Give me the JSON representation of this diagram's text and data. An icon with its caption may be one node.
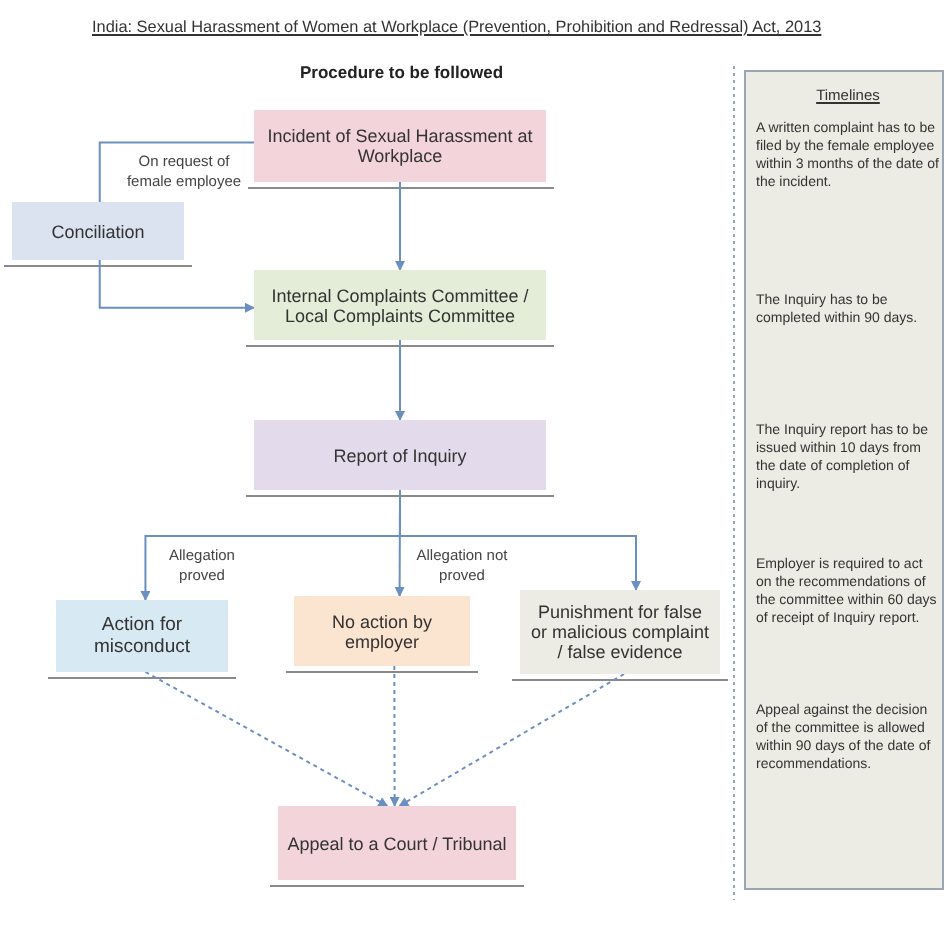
{
  "diagram": {
    "title": "India: Sexual Harassment of Women at Workplace (Prevention, Prohibition and Redressal) Act, 2013",
    "nodes": [
      {
        "text": [
          "Incident of Sexual Harassment at Workplace"
        ]
      },
      {
        "text": [
          "Conciliation"
        ]
      },
      {
        "text": [
          "Internal Complaints Committee / Local Complaints Committee"
        ]
      },
      {
        "text": [
          "Report of Inquiry"
        ]
      },
      {
        "text": [
          "Action for misconduct"
        ]
      },
      {
        "text": [
          "No action by employer"
        ]
      },
      {
        "text": [
          "Punishment for false or malicious complaint / false evidence"
        ]
      },
      {
        "text": [
          "Appeal to a Court / Tribunal"
        ]
      },
      {
        "text": [
          "Timelines",
          "A written complaint has to be filed by the female employee within 3 months of the date of the incident.",
          "The Inquiry has to be completed within 90 days.",
          "The Inquiry report has to be issued within 10 days from the date of completion of inquiry.",
          "Employer is required to act on the recommendations of the committee within 60 days of receipt of Inquiry report.",
          "Appeal against the decision of the committee is allowed within 90 days of the date of recommendations."
        ]
      }
    ],
    "edges": [
      {
        "from": 0,
        "to": 1,
        "arrow": "none",
        "label": "On request of female employee"
      },
      {
        "from": 1,
        "to": 2,
        "arrow": "to"
      },
      {
        "from": 0,
        "to": 2,
        "arrow": "to"
      },
      {
        "from": 2,
        "to": 3,
        "arrow": "to"
      },
      {
        "from": 3,
        "to": 4,
        "arrow": "to",
        "label": "Allegation proved"
      },
      {
        "from": 3,
        "to": 5,
        "arrow": "to",
        "label": "Allegation not proved"
      },
      {
        "from": 3,
        "to": 6,
        "arrow": "to"
      },
      {
        "from": 4,
        "to": 7,
        "arrow": "to",
        "style": "dashed"
      },
      {
        "from": 5,
        "to": 7,
        "arrow": "to",
        "style": "dashed"
      },
      {
        "from": 6,
        "to": 7,
        "arrow": "to",
        "style": "dashed"
      }
    ],
    "labels": [
      "Procedure to be followed"
    ]
  }
}
